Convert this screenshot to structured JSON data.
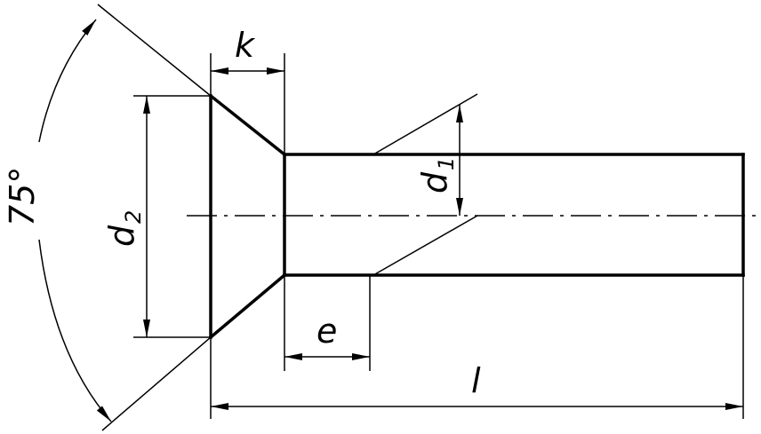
{
  "drawing": {
    "title": "Countersunk head rivet",
    "labels": {
      "k": "k",
      "d2_main": "d",
      "d2_sub": "2",
      "d1_main": "d",
      "d1_sub": "1",
      "e": "e",
      "l": "l",
      "angle": "75°"
    }
  }
}
